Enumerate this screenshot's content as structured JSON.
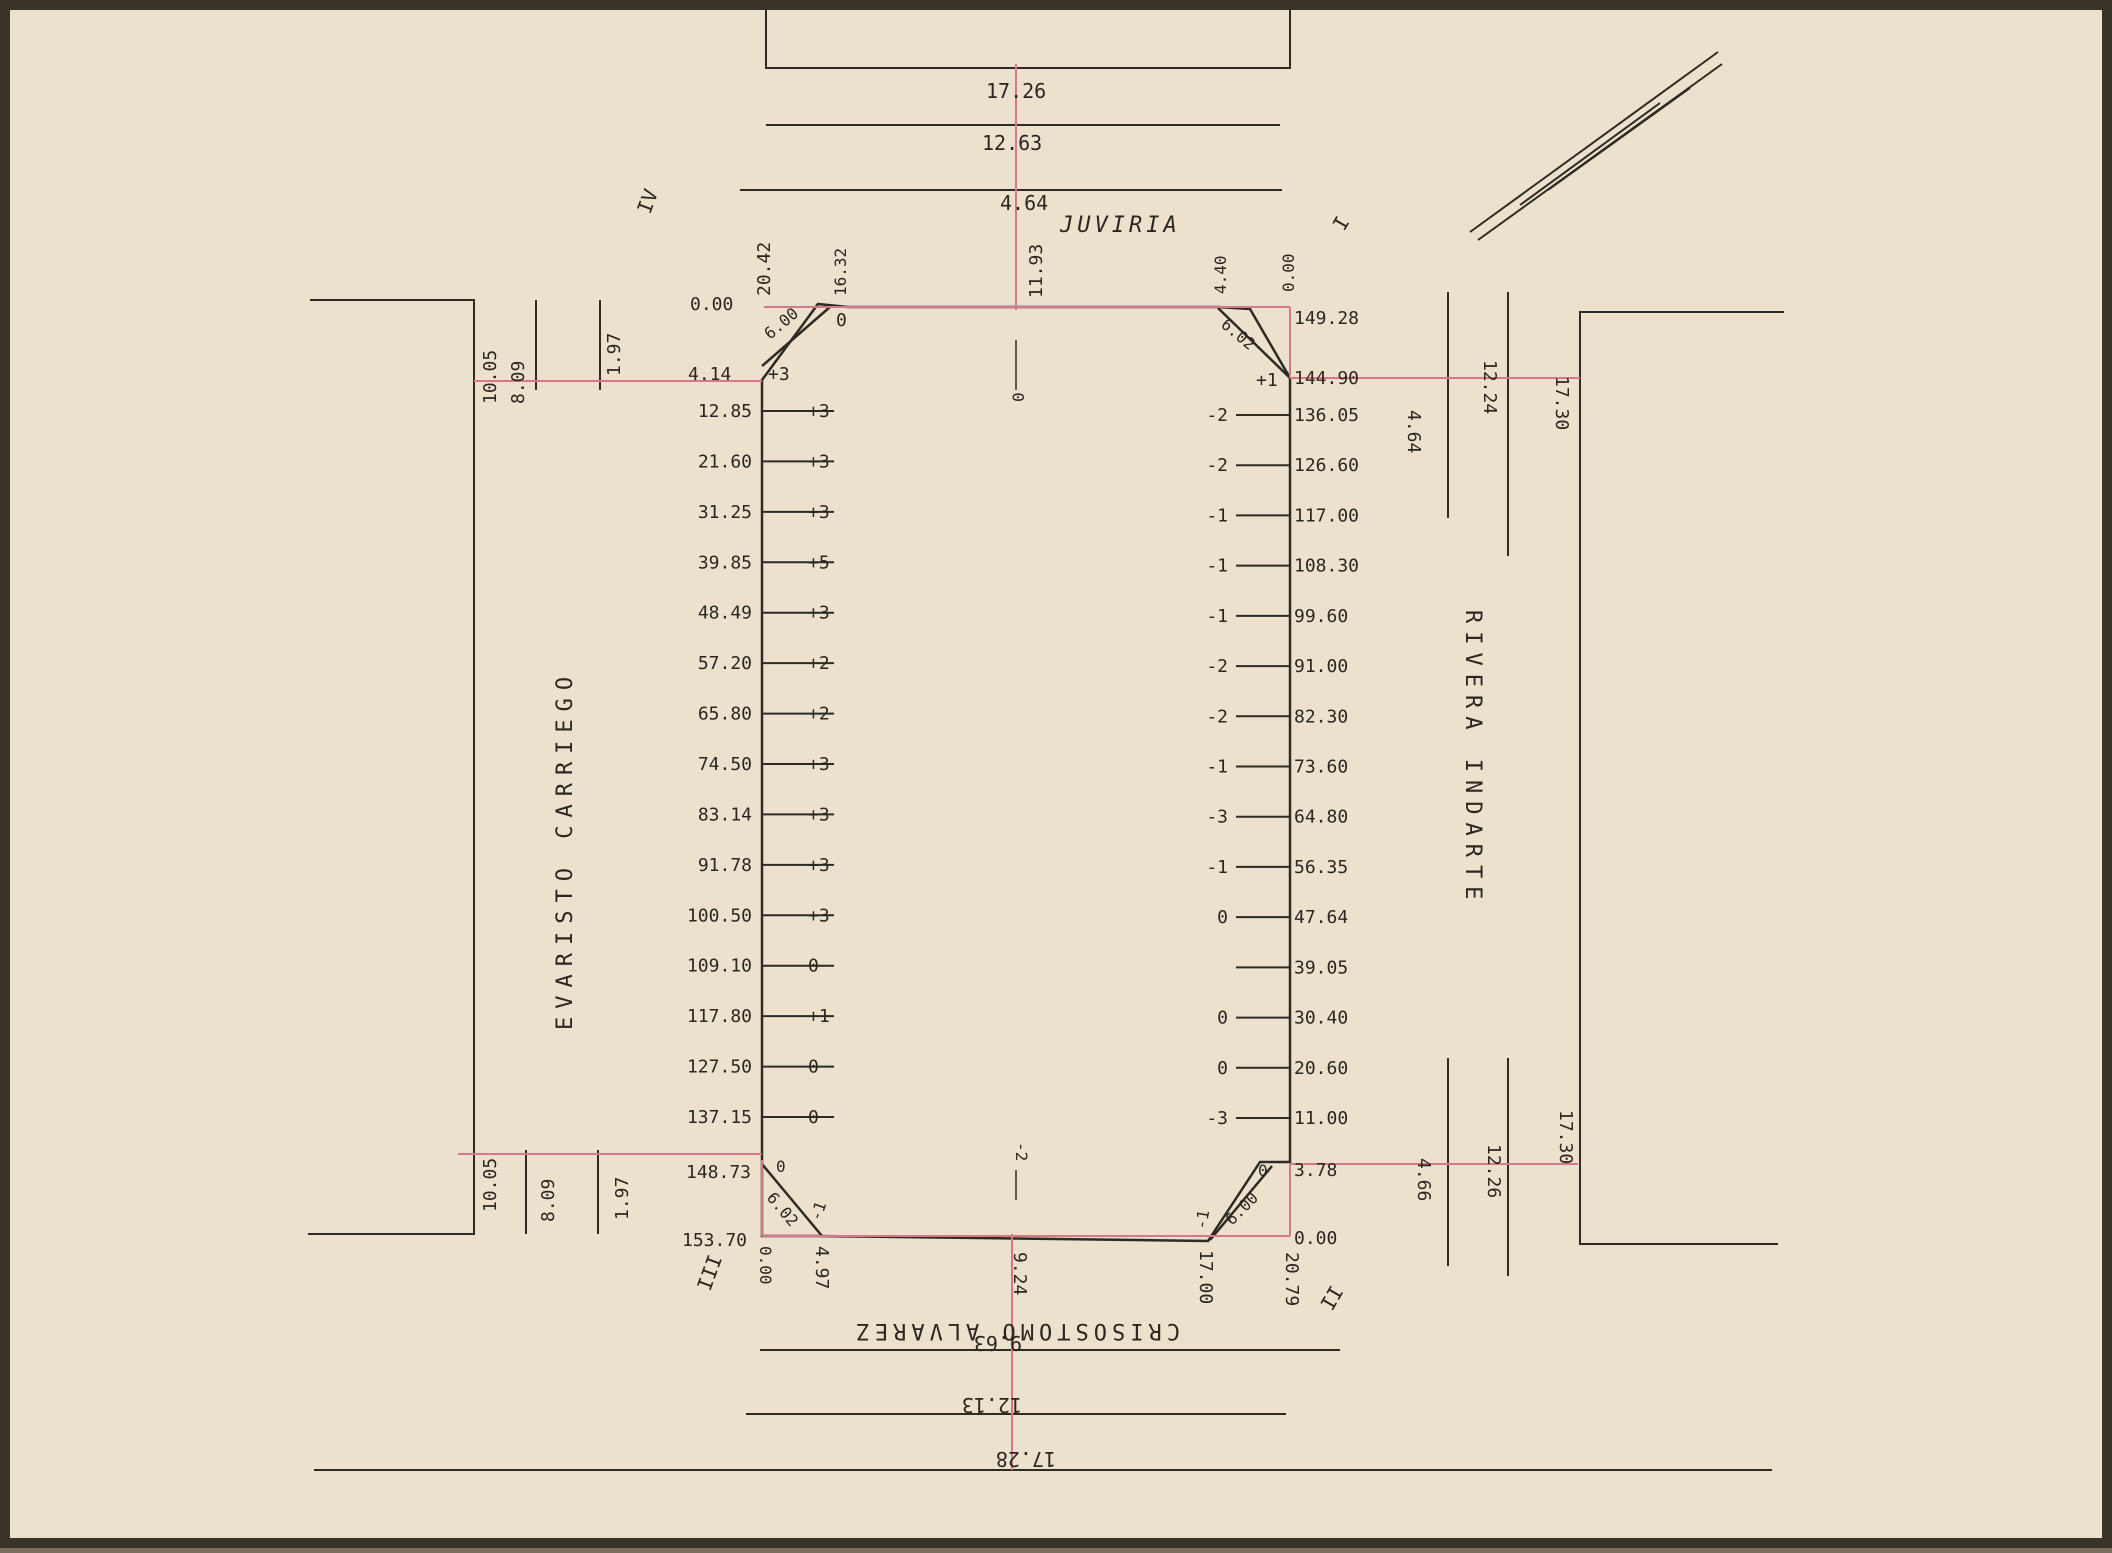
{
  "colors": {
    "paper": "#ebe1cc",
    "ink": "#2e2a24",
    "red_line": "#d9778a",
    "border": "#3a3328"
  },
  "streets": {
    "north": "JUVIRIA",
    "west": "EVARISTO CARRIEGO",
    "east": "RIVERA INDARTE",
    "south": "CRISOSTOMO ALVAREZ"
  },
  "corners": {
    "nw": "IV",
    "ne": "I",
    "sw": "III",
    "se": "II"
  },
  "north_widths": [
    "17.26",
    "12.63",
    "4.64"
  ],
  "south_widths": [
    "9.63",
    "12.13",
    "17.28"
  ],
  "west_widths": [
    "10.05",
    "8.09",
    "1.97"
  ],
  "west_widths_bottom": [
    "10.05",
    "8.09",
    "1.97"
  ],
  "east_widths": [
    "4.64",
    "12.24",
    "17.30"
  ],
  "east_widths_bottom": [
    "4.66",
    "12.26",
    "17.30"
  ],
  "top_edge": {
    "left_vals": [
      "20.42",
      "16.32"
    ],
    "mid": "11.93",
    "right_vals": [
      "4.40",
      "0.00"
    ],
    "center_level": "0"
  },
  "bottom_edge": {
    "vals": [
      "0.00",
      "4.97",
      "9.24",
      "17.00",
      "20.79"
    ],
    "center_level": "-2"
  },
  "chamfers": {
    "nw": "6.00",
    "ne": "6.02",
    "sw": "6.02",
    "se": "6.00"
  },
  "corner_levels": {
    "nw_top": "0",
    "nw_bottom": "+3",
    "ne_bottom": "+1",
    "sw_top": "0",
    "sw_bottom": "-1",
    "se_top": "0",
    "se_bottom": "-1"
  },
  "left_side": {
    "top_distance": "0.00",
    "chamfer_end": "4.14",
    "stations": [
      {
        "d": "12.85",
        "lv": "+3"
      },
      {
        "d": "21.60",
        "lv": "+3"
      },
      {
        "d": "31.25",
        "lv": "+3"
      },
      {
        "d": "39.85",
        "lv": "+5"
      },
      {
        "d": "48.49",
        "lv": "+3"
      },
      {
        "d": "57.20",
        "lv": "+2"
      },
      {
        "d": "65.80",
        "lv": "+2"
      },
      {
        "d": "74.50",
        "lv": "+3"
      },
      {
        "d": "83.14",
        "lv": "+3"
      },
      {
        "d": "91.78",
        "lv": "+3"
      },
      {
        "d": "100.50",
        "lv": "+3"
      },
      {
        "d": "109.10",
        "lv": "0"
      },
      {
        "d": "117.80",
        "lv": "+1"
      },
      {
        "d": "127.50",
        "lv": "0"
      },
      {
        "d": "137.15",
        "lv": "0"
      }
    ],
    "chamfer_start": "148.73",
    "bottom_distance": "153.70"
  },
  "right_side": {
    "top_distance": "149.28",
    "chamfer_end": "144.90",
    "stations": [
      {
        "d": "136.05",
        "lv": "-2"
      },
      {
        "d": "126.60",
        "lv": "-2"
      },
      {
        "d": "117.00",
        "lv": "-1"
      },
      {
        "d": "108.30",
        "lv": "-1"
      },
      {
        "d": "99.60",
        "lv": "-1"
      },
      {
        "d": "91.00",
        "lv": "-2"
      },
      {
        "d": "82.30",
        "lv": "-2"
      },
      {
        "d": "73.60",
        "lv": "-1"
      },
      {
        "d": "64.80",
        "lv": "-3"
      },
      {
        "d": "56.35",
        "lv": "-1"
      },
      {
        "d": "47.64",
        "lv": "0"
      },
      {
        "d": "39.05",
        "lv": ""
      },
      {
        "d": "30.40",
        "lv": "0"
      },
      {
        "d": "20.60",
        "lv": "0"
      },
      {
        "d": "11.00",
        "lv": "-3"
      }
    ],
    "chamfer_start": "3.78",
    "bottom_distance": "0.00"
  }
}
